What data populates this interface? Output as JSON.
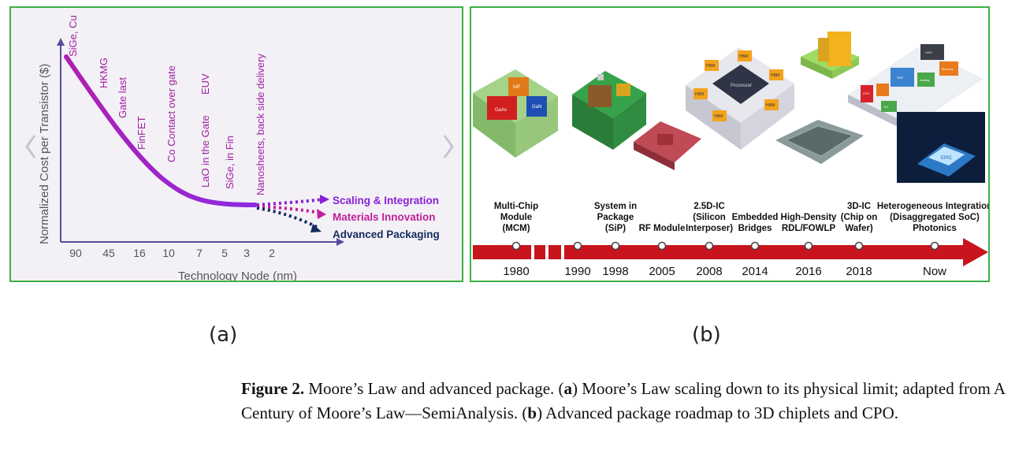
{
  "panel_a": {
    "ylabel": "Normalized Cost per Transistor ($)",
    "xlabel": "Technology Node (nm)",
    "nodes": [
      "90",
      "45",
      "16",
      "10",
      "7",
      "5",
      "3",
      "2"
    ],
    "annotations": [
      "SiGe, Cu",
      "HKMG",
      "Gate last",
      "FinFET",
      "Co  Contact over gate",
      "EUV",
      "LaO in the Gate",
      "SiGe, in Fin",
      "Nanosheets, back side delivery"
    ],
    "legend": [
      {
        "label": "Scaling & Integration",
        "color": "#8a1fd6"
      },
      {
        "label": "Materials Innovation",
        "color": "#c01f9c"
      },
      {
        "label": "Advanced Packaging",
        "color": "#132a5e"
      }
    ],
    "nav_left_icon": "chevron-left-icon",
    "nav_right_icon": "chevron-right-icon"
  },
  "panel_b": {
    "milestones": [
      {
        "label": "Multi-Chip\nModule\n(MCM)",
        "year": "1980"
      },
      {
        "label": "",
        "year": "1990"
      },
      {
        "label": "System in\nPackage\n(SiP)",
        "year": "1998"
      },
      {
        "label": "RF Module",
        "year": "2005"
      },
      {
        "label": "2.5D-IC\n(Silicon\nInterposer)",
        "year": "2008"
      },
      {
        "label": "Embedded\nBridges",
        "year": "2014"
      },
      {
        "label": "High-Density\nRDL/FOWLP",
        "year": "2016"
      },
      {
        "label": "3D-IC\n(Chip on\nWafer)",
        "year": "2018"
      },
      {
        "label": "Heterogeneous Integration\n(Disaggregated SoC)\nPhotonics",
        "year": "Now"
      }
    ],
    "chip_labels": {
      "mcm": [
        "InP",
        "GaAs",
        "GaN"
      ],
      "interposer": [
        "HBM",
        "HBM",
        "HBM",
        "HBM",
        "HBM",
        "HBM",
        "Processor"
      ],
      "hetero": [
        "HBM",
        "DSP",
        "Memory",
        "CPU",
        "Analog",
        "I/O"
      ],
      "photonics": "EPIC"
    },
    "arrow_color": "#c8141c"
  },
  "sublabels": {
    "a": "(a)",
    "b": "(b)"
  },
  "caption": {
    "figure": "Figure 2.",
    "text1": " Moore’s Law and advanced package. (",
    "a": "a",
    "text2": ") Moore’s Law scaling down to its physical limit; adapted from A Century of Moore’s Law—SemiAnalysis. (",
    "b": "b",
    "text3": ") Advanced package roadmap to 3D chiplets and CPO."
  }
}
